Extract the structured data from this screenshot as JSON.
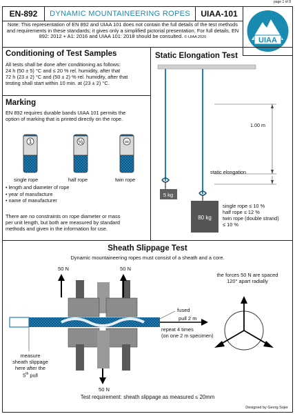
{
  "page_number": "page 1 of 8",
  "header": {
    "standard_en": "EN-892",
    "title": "DYNAMIC MOUNTAINEERING ROPES",
    "standard_uiaa": "UIAA-101",
    "logo_text": "UIAA"
  },
  "note": {
    "text": "Note: This representation of EN 892 and UIAA 101 does not contain the full details of the test methods and requirements in these standards; it gives only a simplified pictorial presentation. For full details, EN 892: 2012 + A1: 2016 and UIAA 101: 2018 should be consulted.",
    "copyright": "© UIAA 2020"
  },
  "conditioning": {
    "title": "Conditioning of Test Samples",
    "lines": [
      "All tests shall be done after conditioning as follows:",
      "24 h (50 ± 5) °C and ≤ 20 % rel. humidity, after that",
      "72 h (23 ± 2) °C and (50 ± 2) % rel. humidity, after that",
      "testing shall start within 10 min. at (23 ± 2) °C."
    ]
  },
  "marking": {
    "title": "Marking",
    "intro_lines": [
      "EN 892 requires durable bands UIAA 101 permits the",
      "option of marking that is printed directly on the rope."
    ],
    "rope_types": [
      {
        "label": "single rope",
        "symbol": "1"
      },
      {
        "label": "half rope",
        "symbol": "½"
      },
      {
        "label": "twin rope",
        "symbol": "∞"
      }
    ],
    "bullets": [
      "length and diameter of rope",
      "year of manufacture",
      "name of manufacturer"
    ],
    "closing_lines": [
      "There are no constraints on rope diameter or mass",
      "per unit length, but both are measured by standard",
      "methods and given in the information for use."
    ]
  },
  "static_elongation": {
    "title": "Static Elongation Test",
    "length_label": "1.00 m",
    "elongation_label": "static elongation",
    "small_weight": "5 kg",
    "large_weight": "80 kg",
    "requirements": [
      "single rope ≤ 10 %",
      "half rope ≤ 12 %",
      "twin rope (double strand)",
      "≤ 10 %"
    ]
  },
  "sheath_slippage": {
    "title": "Sheath Slippage Test",
    "subtitle": "Dynamic mountaineering ropes must consist of a sheath and a core.",
    "force_top_left": "50 N",
    "force_top_right": "50 N",
    "force_bottom": "50 N",
    "fused_label": "fused",
    "pull_label": "pull 2 m",
    "repeat_lines": [
      "repeat 4 times",
      "(on one 2 m specimen)"
    ],
    "measure_lines": [
      "measure",
      "sheath slippage",
      "here after the"
    ],
    "measure_last_prefix": "5",
    "measure_last_sup": "th",
    "measure_last_suffix": " pull",
    "forces_note_lines": [
      "the forces 50 N are spaced",
      "120° apart radially"
    ],
    "requirement": "Test requirement: sheath slippage as measured ≤ 20mm"
  },
  "credit": "Designed by Georg Sojer",
  "colors": {
    "accent": "#1a8bb0",
    "rope": "#1f7fb8",
    "grey": "#808080",
    "dark_grey": "#555555"
  }
}
